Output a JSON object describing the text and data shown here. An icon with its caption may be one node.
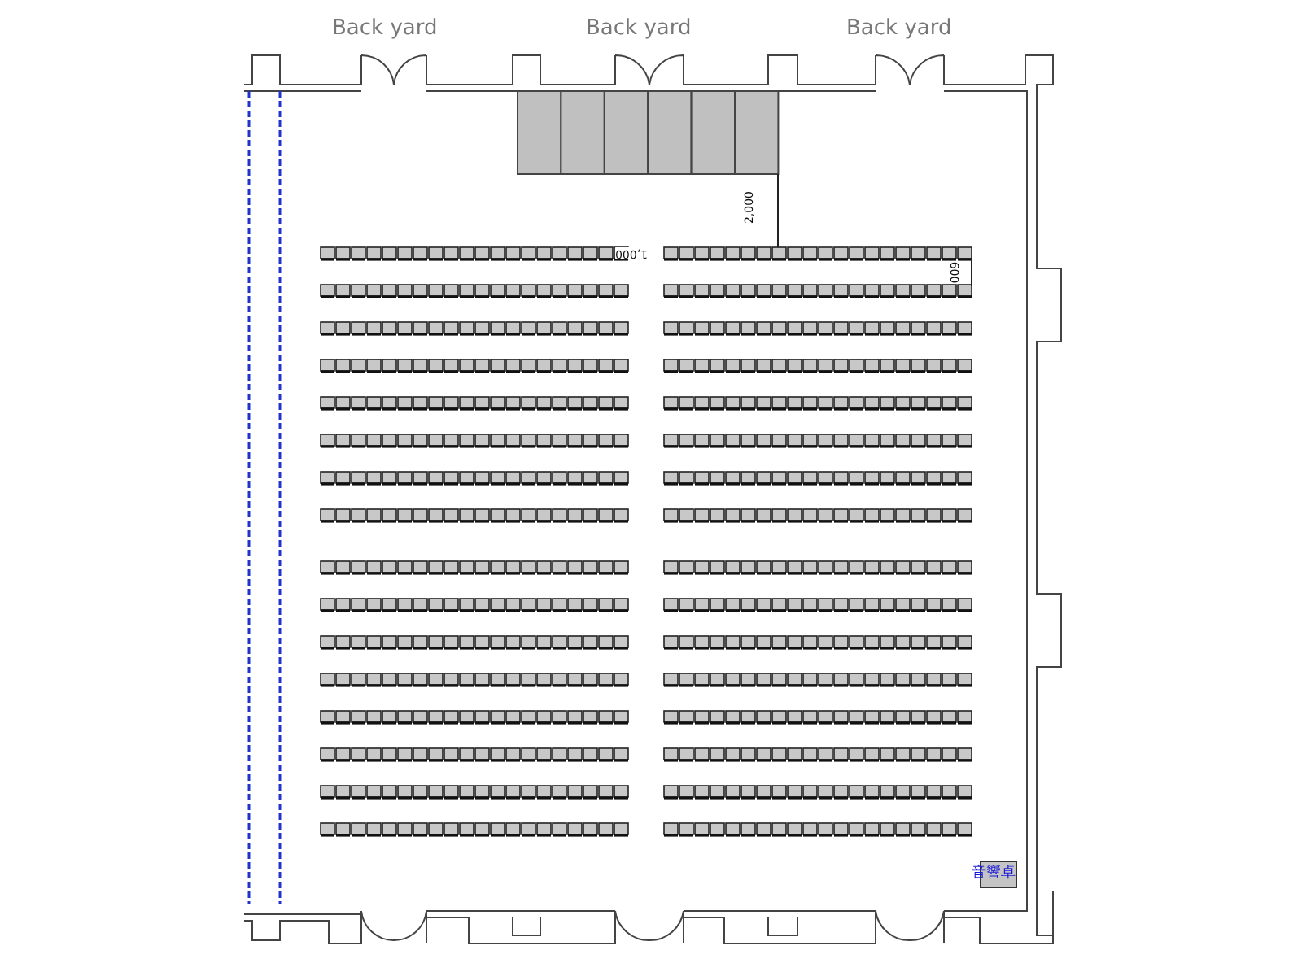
{
  "diagram": {
    "nodes": [
      {
        "text": [
          "音響卓"
        ]
      }
    ],
    "labels": [
      "Back yard",
      "Back yard",
      "Back yard",
      "2,000",
      "1,000",
      "600"
    ]
  }
}
